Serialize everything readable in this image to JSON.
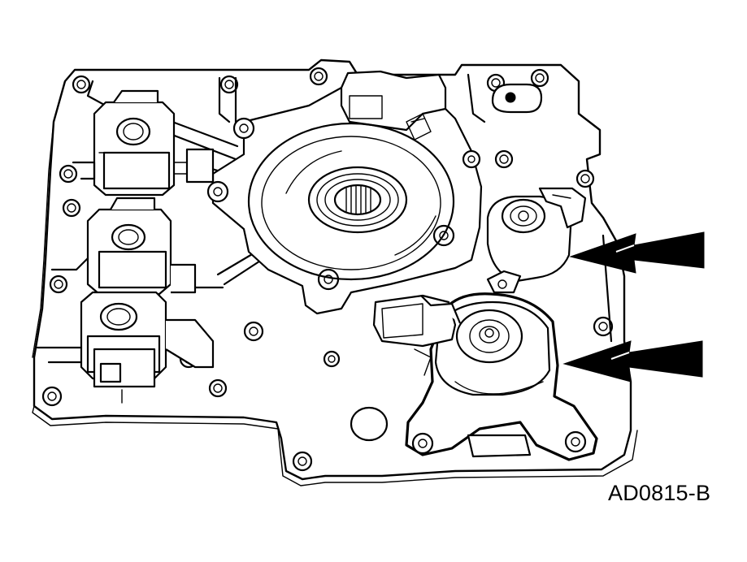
{
  "figure": {
    "id_label": "AD0815-B"
  },
  "parts": {
    "plate": "valve-body-plate",
    "left_solenoids": [
      "solenoid-upper",
      "solenoid-middle",
      "solenoid-lower"
    ],
    "center": "pump-cover-bore",
    "right_solenoids": [
      "pressure-solenoid-upper",
      "pressure-solenoid-lower"
    ],
    "pointers": [
      "arrow-upper",
      "arrow-lower"
    ]
  },
  "colors": {
    "ink": "#000000",
    "background": "#ffffff"
  }
}
